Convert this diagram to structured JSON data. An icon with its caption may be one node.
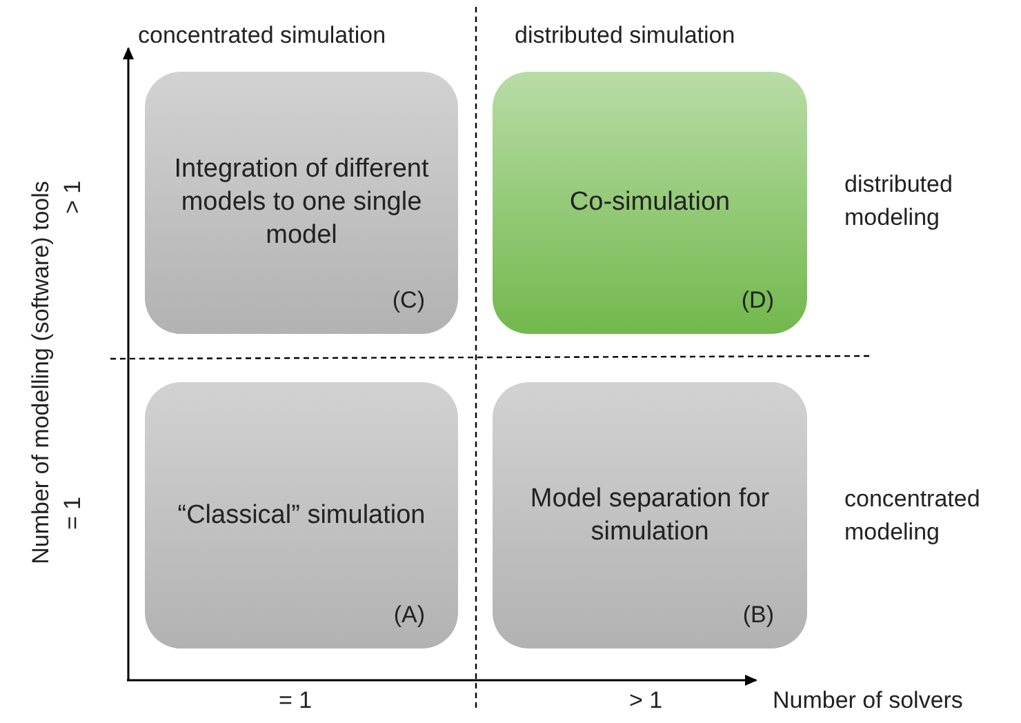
{
  "diagram": {
    "nodes": [
      {
        "text": [
          "Integration of different models to one single model",
          "(C)"
        ]
      },
      {
        "text": [
          "Co-simulation",
          "(D)"
        ]
      },
      {
        "text": [
          "“Classical” simulation",
          "(A)"
        ]
      },
      {
        "text": [
          "Model separation for simulation",
          "(B)"
        ]
      }
    ],
    "labels": [
      "concentrated simulation",
      "distributed simulation",
      "Number of modelling (software) tools",
      "> 1",
      "distributed modeling",
      "= 1",
      "concentrated modeling",
      "= 1",
      "> 1",
      "Number of solvers"
    ]
  }
}
